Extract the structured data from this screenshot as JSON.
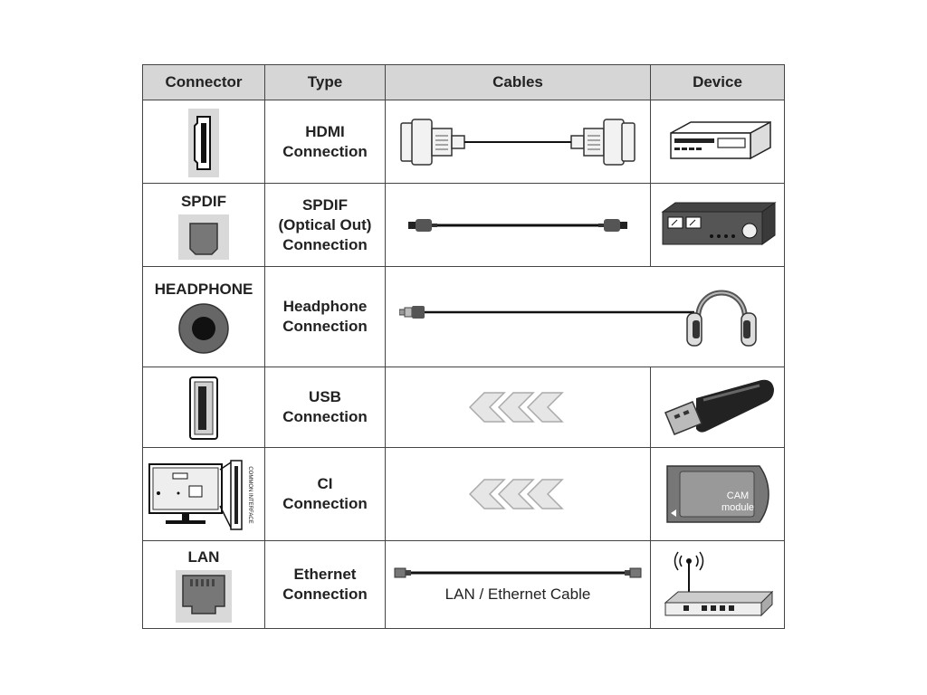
{
  "headers": {
    "connector": "Connector",
    "type": "Type",
    "cables": "Cables",
    "device": "Device"
  },
  "rows": [
    {
      "connector_label": "",
      "type_lines": [
        "HDMI",
        "Connection"
      ],
      "connector_icon": "hdmi-port-icon",
      "cable_icon": "hdmi-cable-icon",
      "device_icon": "dvd-player-icon"
    },
    {
      "connector_label": "SPDIF",
      "type_lines": [
        "SPDIF",
        "(Optical Out)",
        "Connection"
      ],
      "connector_icon": "spdif-port-icon",
      "cable_icon": "optical-cable-icon",
      "device_icon": "audio-amplifier-icon"
    },
    {
      "connector_label": "HEADPHONE",
      "type_lines": [
        "Headphone",
        "Connection"
      ],
      "connector_icon": "headphone-jack-icon",
      "cable_icon": "headphone-cable-icon",
      "device_icon": "headphones-icon"
    },
    {
      "connector_label": "",
      "type_lines": [
        "USB",
        "Connection"
      ],
      "connector_icon": "usb-port-icon",
      "cable_icon": "insert-arrows-icon",
      "device_icon": "usb-stick-icon"
    },
    {
      "connector_label": "",
      "type_lines": [
        "CI",
        "Connection"
      ],
      "connector_icon": "tv-ci-slot-icon",
      "connector_side_text": "COMMON INTERFACE",
      "cable_icon": "insert-arrows-icon",
      "device_icon": "cam-module-icon",
      "device_text": [
        "CAM",
        "module"
      ]
    },
    {
      "connector_label": "LAN",
      "type_lines": [
        "Ethernet",
        "Connection"
      ],
      "connector_icon": "lan-port-icon",
      "cable_icon": "ethernet-cable-icon",
      "cable_caption": "LAN / Ethernet Cable",
      "device_icon": "router-icon"
    }
  ]
}
